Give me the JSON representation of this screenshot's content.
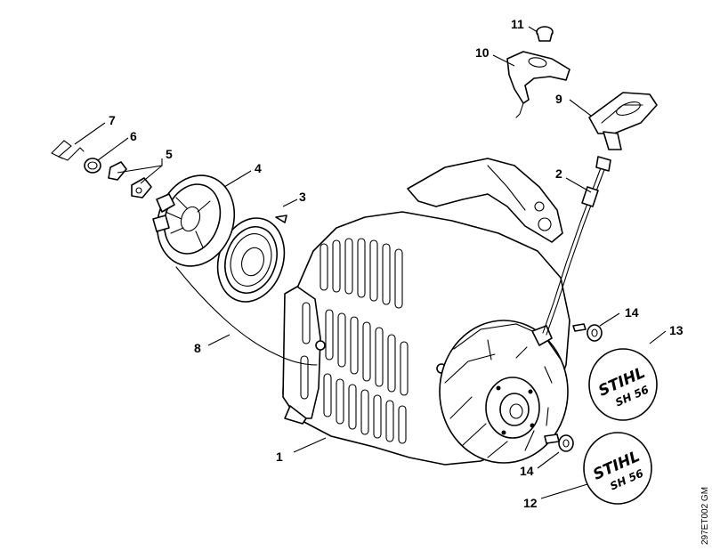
{
  "callouts": [
    {
      "id": "1",
      "label": "1"
    },
    {
      "id": "2",
      "label": "2"
    },
    {
      "id": "3",
      "label": "3"
    },
    {
      "id": "4",
      "label": "4"
    },
    {
      "id": "5",
      "label": "5"
    },
    {
      "id": "6",
      "label": "6"
    },
    {
      "id": "7",
      "label": "7"
    },
    {
      "id": "8",
      "label": "8"
    },
    {
      "id": "9",
      "label": "9"
    },
    {
      "id": "10",
      "label": "10"
    },
    {
      "id": "11",
      "label": "11"
    },
    {
      "id": "12",
      "label": "12"
    },
    {
      "id": "13",
      "label": "13"
    },
    {
      "id": "14a",
      "label": "14"
    },
    {
      "id": "14b",
      "label": "14"
    }
  ],
  "badge_upper": {
    "brand": "STIHL",
    "model": "SH 56"
  },
  "badge_lower": {
    "brand": "STIHL",
    "model": "SH 56"
  },
  "reference_code": "297ET002 GM"
}
